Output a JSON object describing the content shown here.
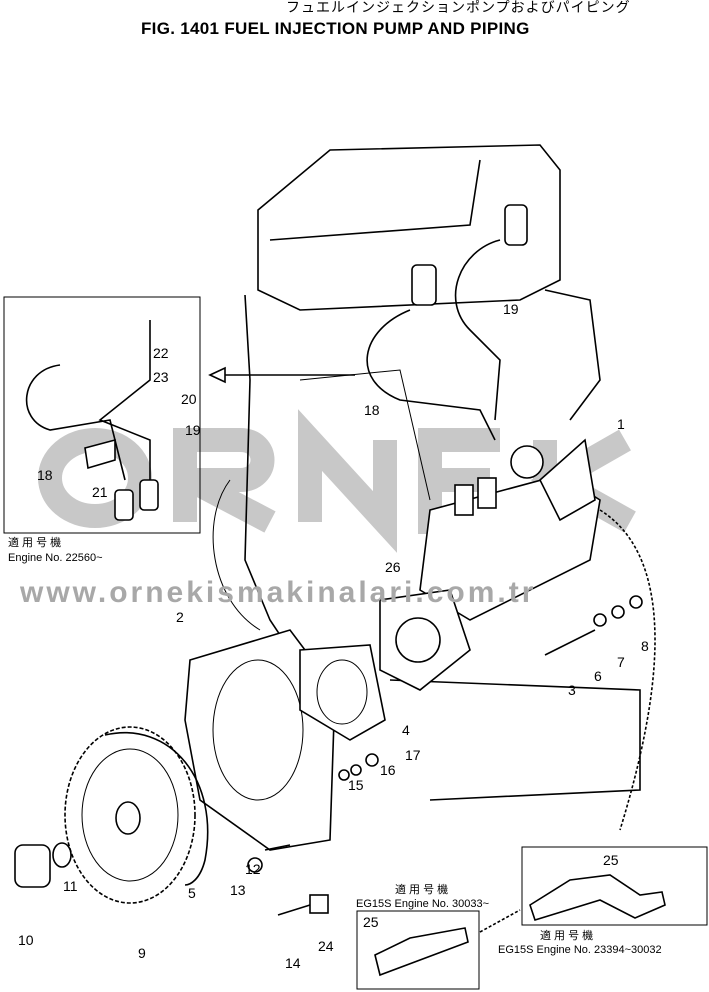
{
  "header": {
    "japanese_title": "フュエルインジェクションポンプおよびパイピング",
    "title": "FIG. 1401  FUEL INJECTION PUMP AND PIPING"
  },
  "watermark": {
    "logo": "ORNEK",
    "url": "www.ornekismakinalari.com.tr"
  },
  "inset_top_left": {
    "applicable_label": "適 用 号 機",
    "engine_no": "Engine No. 22560~"
  },
  "inset_bottom_small": {
    "applicable_label": "適 用 号 機",
    "engine_no": "EG15S Engine No. 30033~"
  },
  "inset_bottom_large": {
    "applicable_label": "適 用 号 機",
    "engine_no": "EG15S Engine No. 23394~30032"
  },
  "callouts": [
    "1",
    "2",
    "3",
    "4",
    "5",
    "6",
    "7",
    "8",
    "9",
    "10",
    "11",
    "12",
    "13",
    "14",
    "15",
    "16",
    "17",
    "18",
    "19",
    "26",
    "18",
    "19",
    "20",
    "21",
    "22",
    "23",
    "24",
    "25",
    "25"
  ]
}
